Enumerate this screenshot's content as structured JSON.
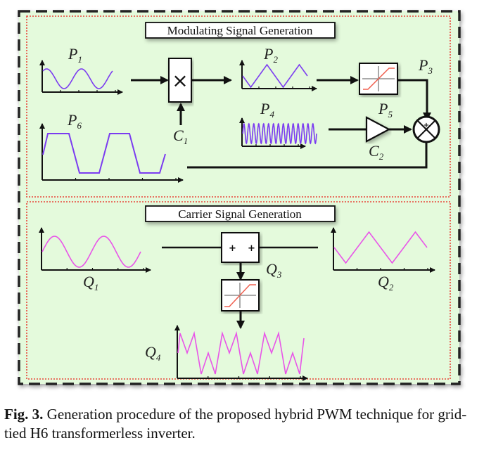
{
  "figure": {
    "sections": {
      "modulating": {
        "title": "Modulating Signal Generation"
      },
      "carrier": {
        "title": "Carrier Signal Generation"
      }
    },
    "labels": {
      "P1": {
        "main": "P",
        "sub": "1"
      },
      "P2": {
        "main": "P",
        "sub": "2"
      },
      "P3": {
        "main": "P",
        "sub": "3"
      },
      "P4": {
        "main": "P",
        "sub": "4"
      },
      "P5": {
        "main": "P",
        "sub": "5"
      },
      "P6": {
        "main": "P",
        "sub": "6"
      },
      "C1": {
        "main": "C",
        "sub": "1"
      },
      "C2": {
        "main": "C",
        "sub": "2"
      },
      "Q1": {
        "main": "Q",
        "sub": "1"
      },
      "Q2": {
        "main": "Q",
        "sub": "2"
      },
      "Q3": {
        "main": "Q",
        "sub": "3"
      },
      "Q4": {
        "main": "Q",
        "sub": "4"
      }
    },
    "blocks": {
      "multiplier": "×",
      "summer_q": [
        "+",
        "+"
      ],
      "summer_p": "+"
    },
    "colors": {
      "background": "#e4fadc",
      "modulating_wave": "#7b3cf0",
      "carrier_wave": "#e855e8",
      "section_border": "#e8453a",
      "saturation_curve": "#f06050"
    }
  },
  "caption": {
    "label": "Fig. 3.",
    "text": " Generation procedure of the proposed hybrid PWM technique for grid-tied H6 transformerless inverter."
  }
}
